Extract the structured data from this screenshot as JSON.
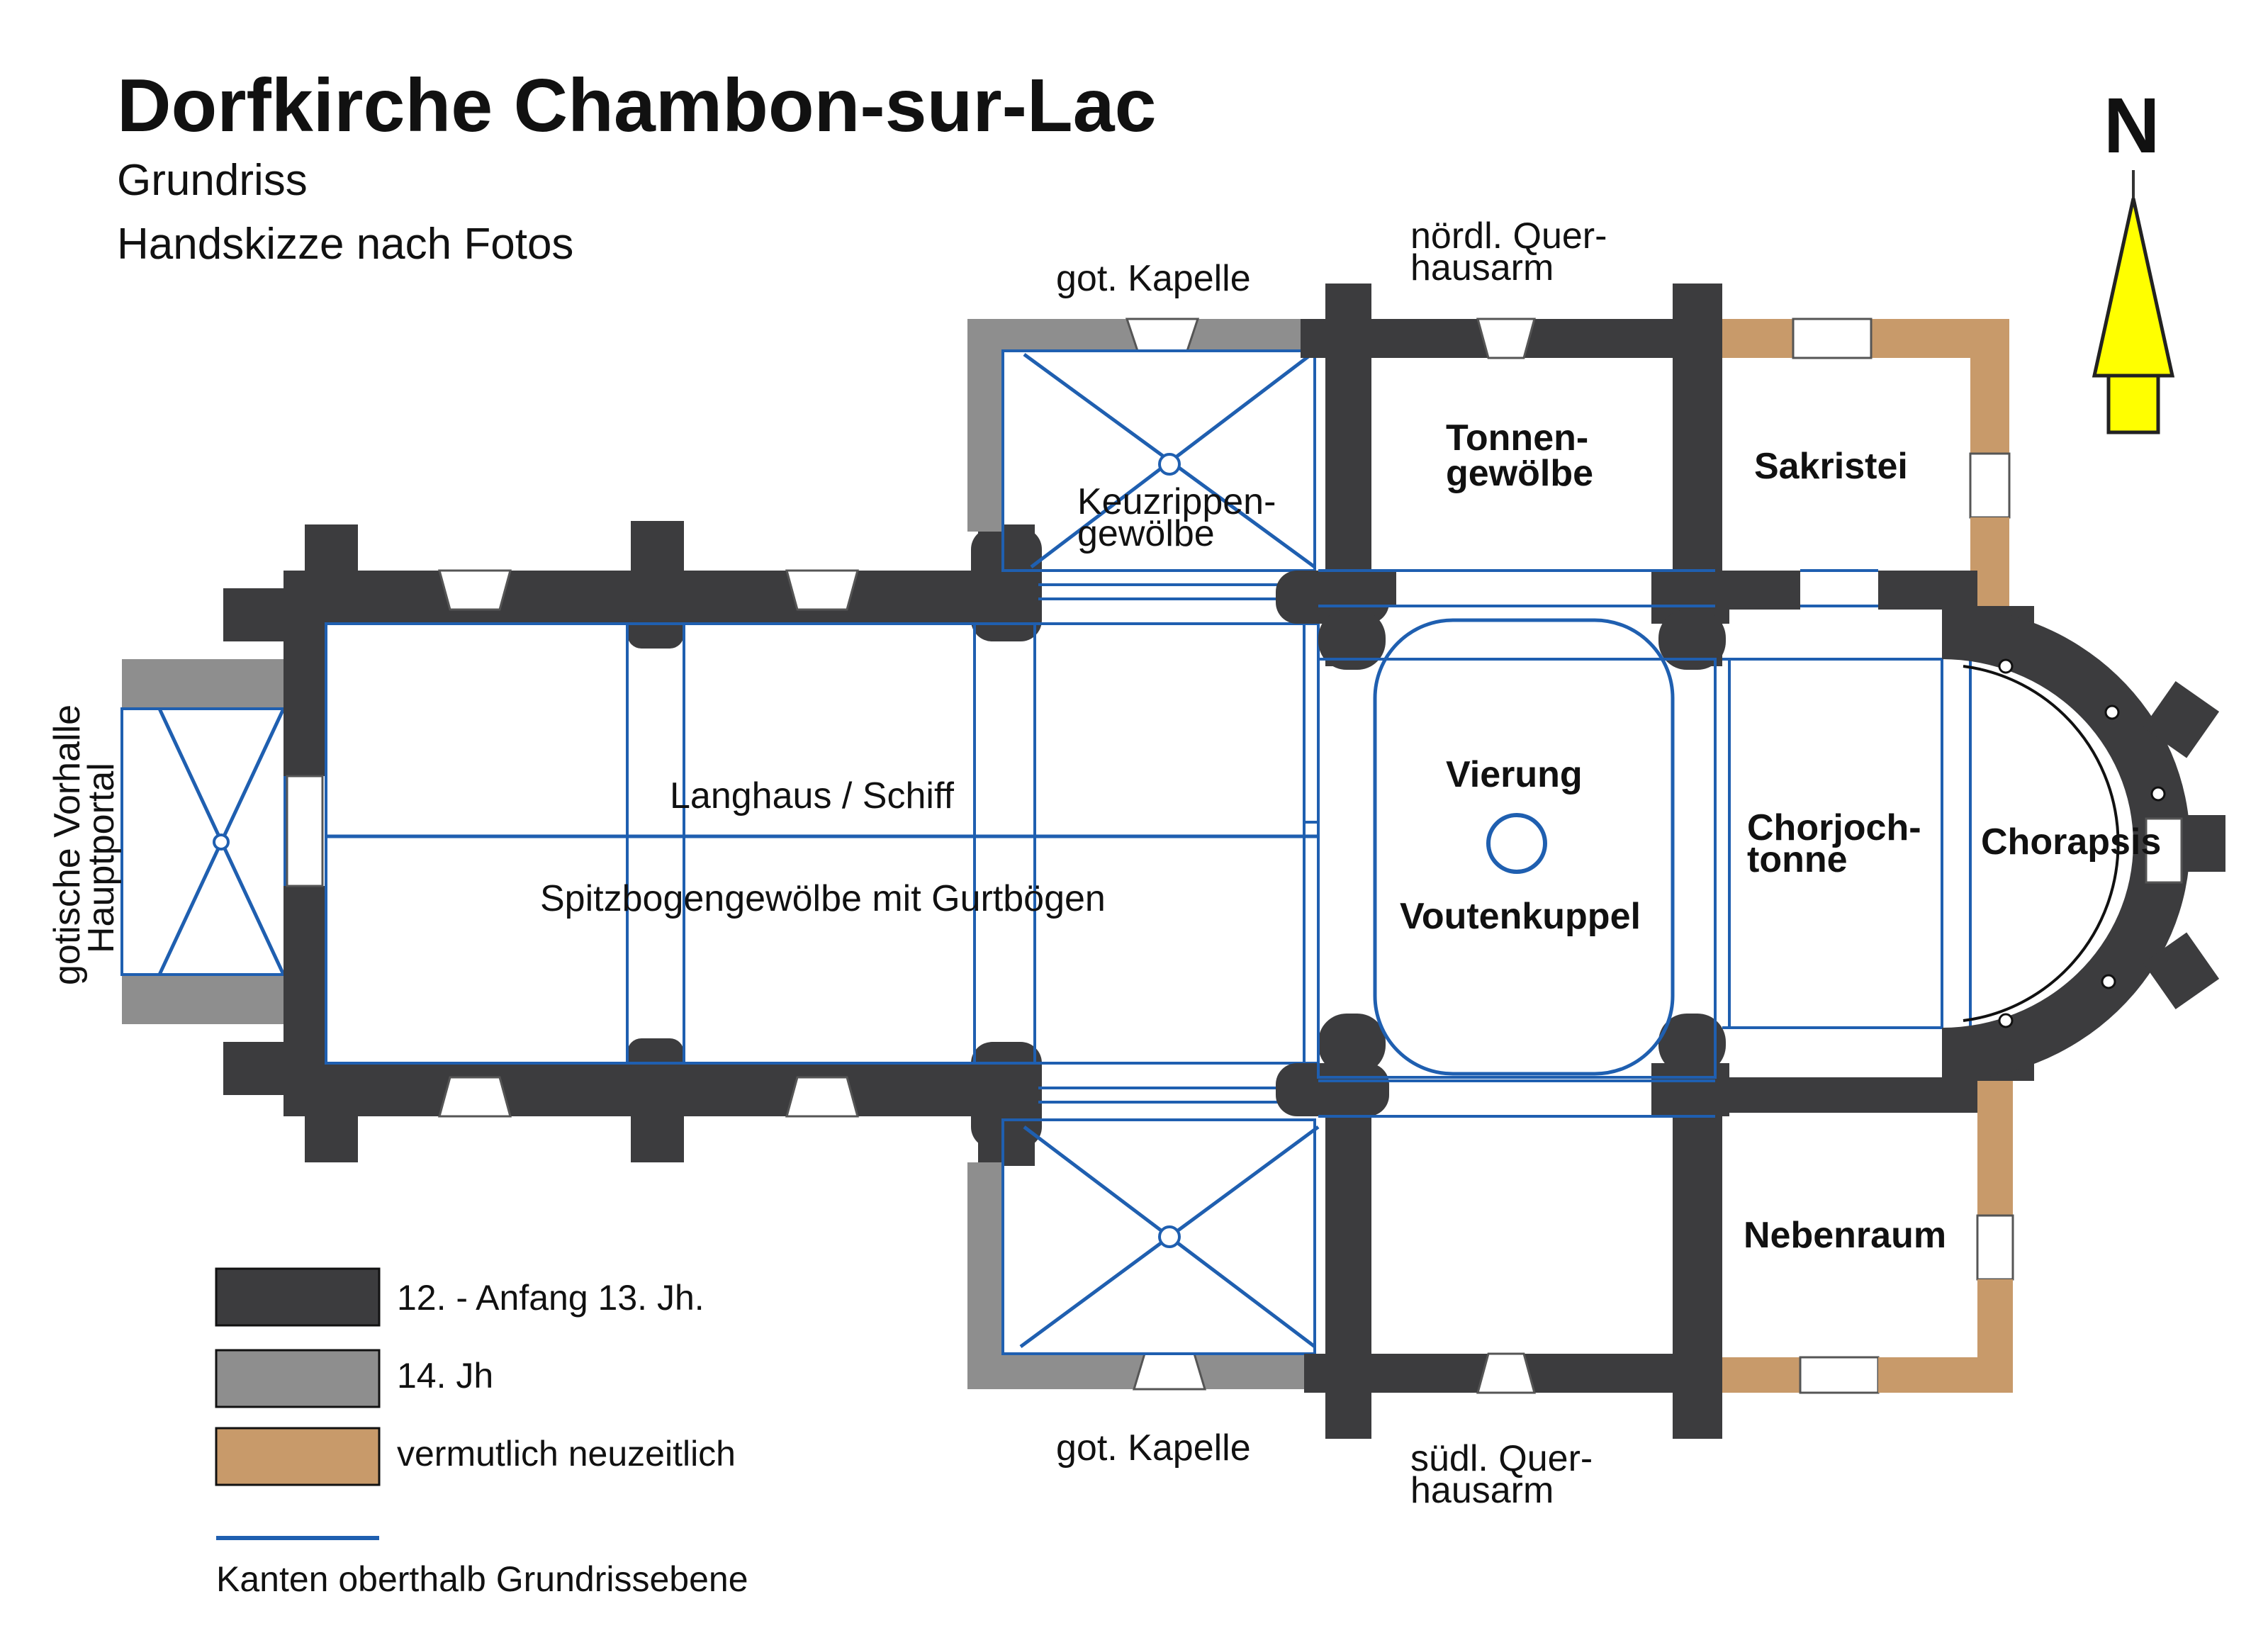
{
  "title": {
    "main": "Dorfkirche Chambon-sur-Lac",
    "sub1": "Grundriss",
    "sub2": "Handskizze nach Fotos"
  },
  "north": {
    "label": "N"
  },
  "rooms": {
    "vorhalle_line1": "gotische Vorhalle",
    "vorhalle_line2": "Hauptportal",
    "langhaus": "Langhaus / Schiff",
    "gewoelbe": "Spitzbogengewölbe mit Gurtbögen",
    "kapelle_nord": "got. Kapelle",
    "kreuzrippen_line1": "Keuzrippen-",
    "kreuzrippen_line2": "gewölbe",
    "querhaus_nord_line1": "nördl. Quer-",
    "querhaus_nord_line2": "hausarm",
    "tonnen_line1": "Tonnen-",
    "tonnen_line2": "gewölbe",
    "sakristei": "Sakristei",
    "vierung": "Vierung",
    "voutenkuppel": "Voutenkuppel",
    "chorjoch_line1": "Chorjoch-",
    "chorjoch_line2": "tonne",
    "chorapsis": "Chorapsis",
    "nebenraum": "Nebenraum",
    "kapelle_sued": "got. Kapelle",
    "querhaus_sued_line1": "südl. Quer-",
    "querhaus_sued_line2": "hausarm"
  },
  "legend": {
    "items": [
      {
        "label": "12. - Anfang 13. Jh.",
        "color": "#3c3c3e"
      },
      {
        "label": "14. Jh",
        "color": "#8e8e8e"
      },
      {
        "label": "vermutlich neuzeitlich",
        "color": "#c89a6a"
      }
    ],
    "line_label": "Kanten oberthalb Grundrissebene",
    "line_color": "#1f5fb0"
  },
  "colors": {
    "north_arrow": "#ffff00"
  }
}
